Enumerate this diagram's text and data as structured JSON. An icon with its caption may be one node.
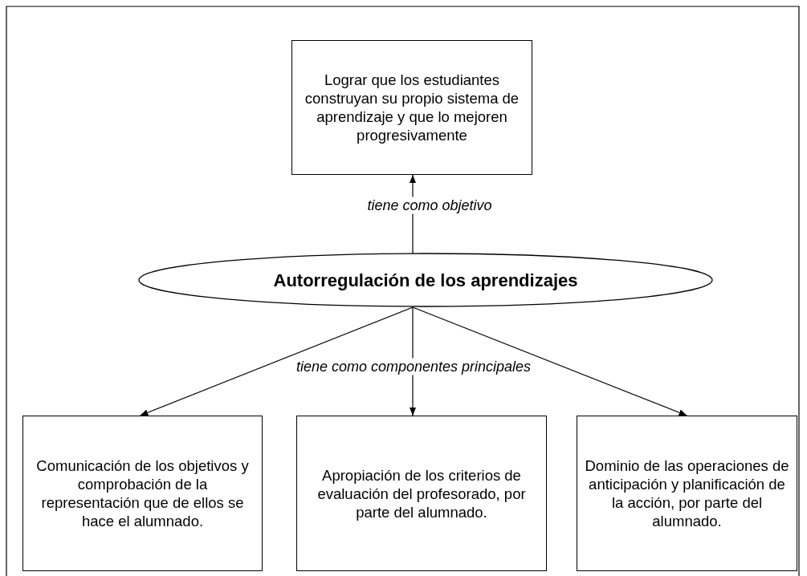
{
  "diagram": {
    "nodes": [
      {
        "text": [
          "Lograr que los estudiantes construyan su propio sistema de aprendizaje y que lo mejoren progresivamente"
        ]
      },
      {
        "text": [
          "Autorregulación de los aprendizajes"
        ]
      },
      {
        "text": [
          "Comunicación de los objetivos y comprobación de la representación que de ellos se hace el alumnado."
        ]
      },
      {
        "text": [
          "Apropiación de los criterios de evaluación del profesorado, por parte del alumnado."
        ]
      },
      {
        "text": [
          "Dominio de las operaciones de anticipación y planificación de la acción, por parte del alumnado."
        ]
      }
    ],
    "edges": [
      {
        "from": 1,
        "to": 0,
        "arrow": "to",
        "label": "tiene como objetivo"
      },
      {
        "from": 1,
        "to": 2,
        "arrow": "to"
      },
      {
        "from": 1,
        "to": 3,
        "arrow": "to",
        "label": "tiene como componentes principales"
      },
      {
        "from": 1,
        "to": 4,
        "arrow": "to"
      }
    ]
  }
}
